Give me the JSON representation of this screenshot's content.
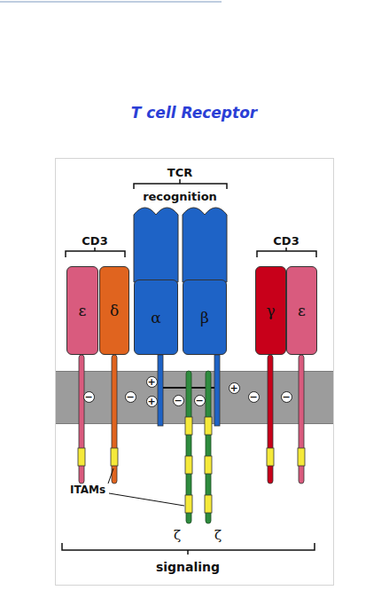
{
  "diagram": {
    "title": "T cell Receptor",
    "nodes": [
      {
        "text": [
          "ε"
        ]
      },
      {
        "text": [
          "δ"
        ]
      },
      {
        "text": [
          "α"
        ]
      },
      {
        "text": [
          "β"
        ]
      },
      {
        "text": [
          "γ"
        ]
      },
      {
        "text": [
          "ε"
        ]
      }
    ],
    "labels": [
      "TCR",
      "recognition",
      "CD3",
      "CD3",
      "−",
      "−",
      "+",
      "+",
      "−",
      "−",
      "+",
      "−",
      "−",
      "ITAMs",
      "ζ",
      "ζ",
      "signaling"
    ]
  }
}
